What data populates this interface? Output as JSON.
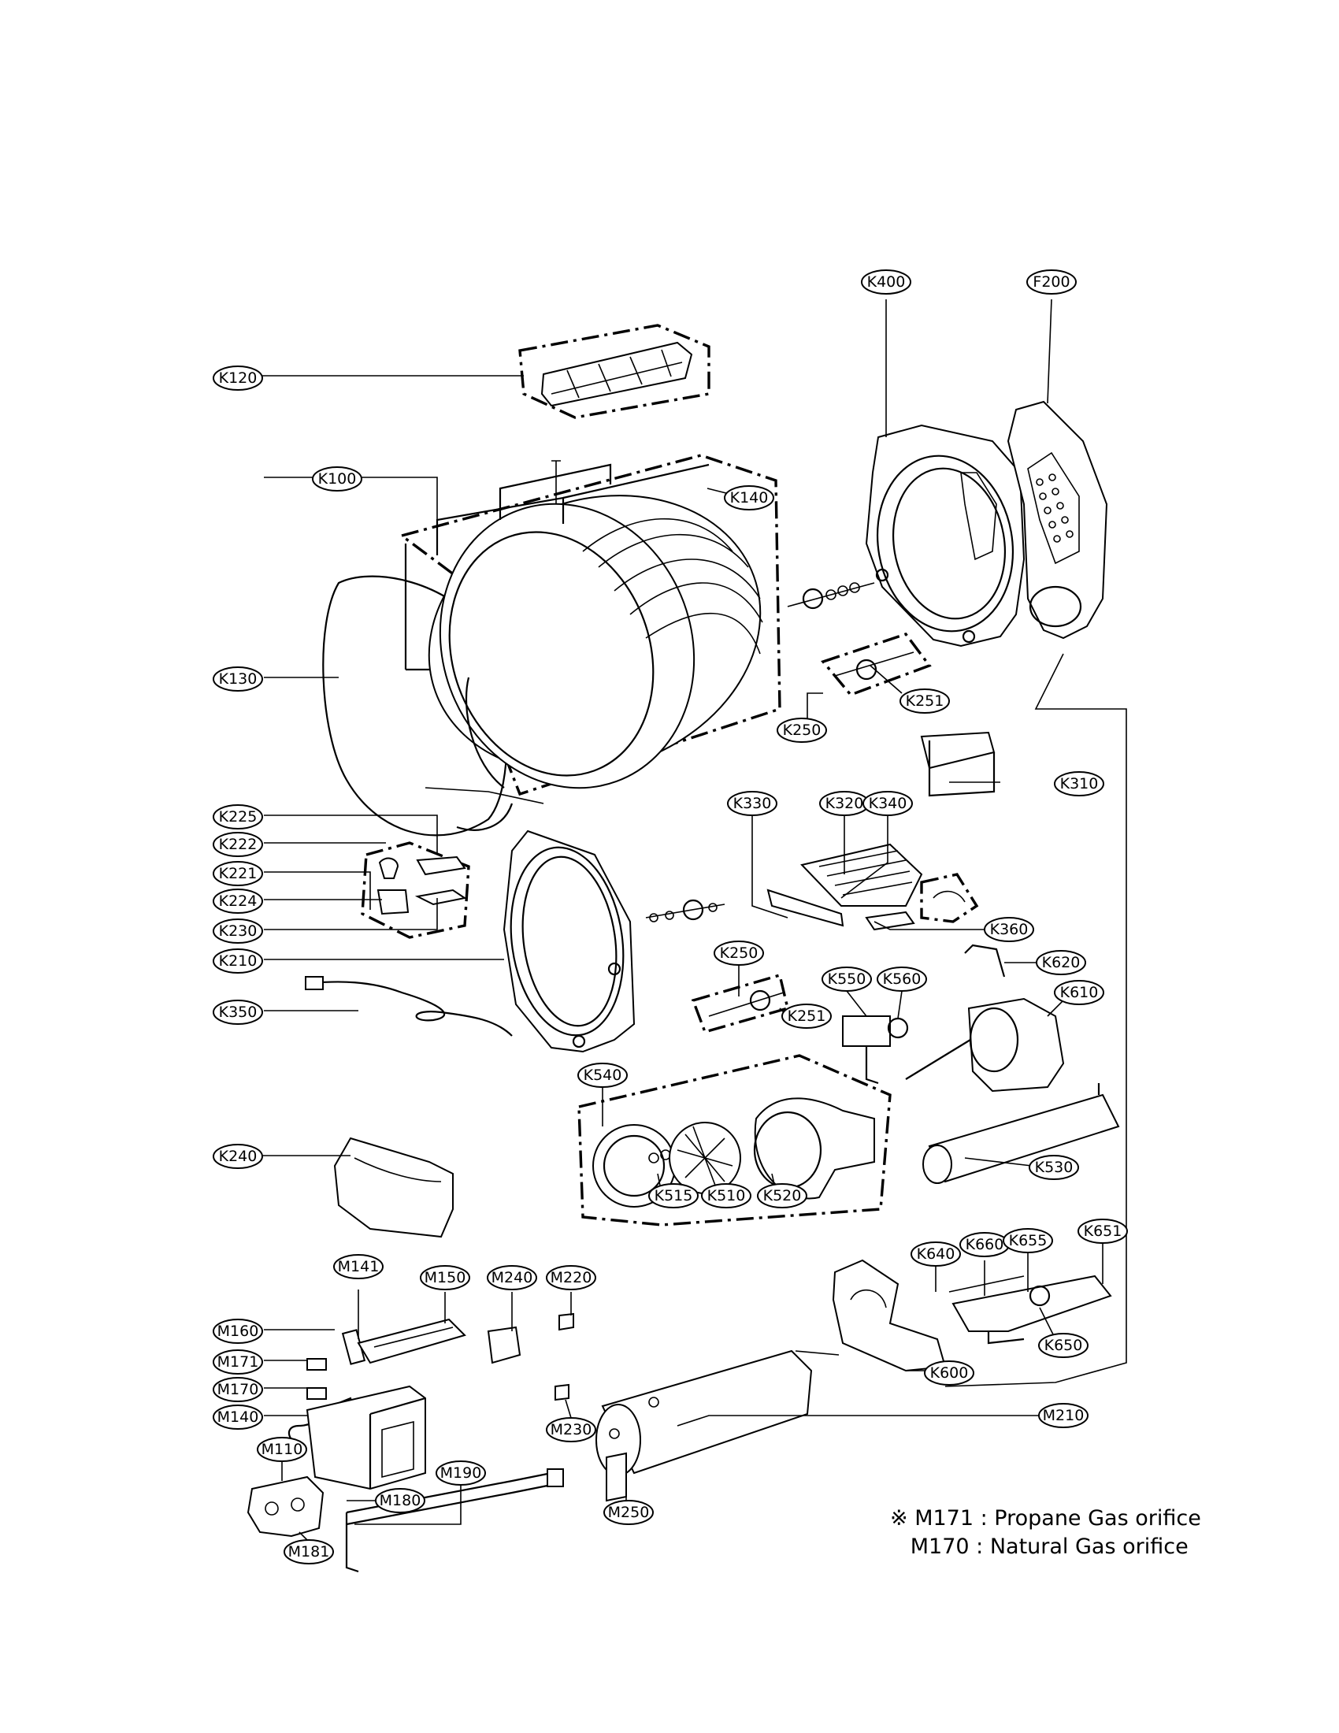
{
  "callouts": [
    {
      "id": "K400",
      "label": "K400"
    },
    {
      "id": "F200",
      "label": "F200"
    },
    {
      "id": "K120",
      "label": "K120"
    },
    {
      "id": "K100",
      "label": "K100"
    },
    {
      "id": "K140",
      "label": "K140"
    },
    {
      "id": "K130",
      "label": "K130"
    },
    {
      "id": "K251a",
      "label": "K251"
    },
    {
      "id": "K250a",
      "label": "K250"
    },
    {
      "id": "K310",
      "label": "K310"
    },
    {
      "id": "K225",
      "label": "K225"
    },
    {
      "id": "K222",
      "label": "K222"
    },
    {
      "id": "K221",
      "label": "K221"
    },
    {
      "id": "K224",
      "label": "K224"
    },
    {
      "id": "K230",
      "label": "K230"
    },
    {
      "id": "K210",
      "label": "K210"
    },
    {
      "id": "K350",
      "label": "K350"
    },
    {
      "id": "K330",
      "label": "K330"
    },
    {
      "id": "K320",
      "label": "K320"
    },
    {
      "id": "K340",
      "label": "K340"
    },
    {
      "id": "K360",
      "label": "K360"
    },
    {
      "id": "K250b",
      "label": "K250"
    },
    {
      "id": "K251b",
      "label": "K251"
    },
    {
      "id": "K550",
      "label": "K550"
    },
    {
      "id": "K560",
      "label": "K560"
    },
    {
      "id": "K620",
      "label": "K620"
    },
    {
      "id": "K610",
      "label": "K610"
    },
    {
      "id": "K540",
      "label": "K540"
    },
    {
      "id": "K240",
      "label": "K240"
    },
    {
      "id": "K515",
      "label": "K515"
    },
    {
      "id": "K510",
      "label": "K510"
    },
    {
      "id": "K520",
      "label": "K520"
    },
    {
      "id": "K530",
      "label": "K530"
    },
    {
      "id": "K640",
      "label": "K640"
    },
    {
      "id": "K660",
      "label": "K660"
    },
    {
      "id": "K655",
      "label": "K655"
    },
    {
      "id": "K651",
      "label": "K651"
    },
    {
      "id": "K650",
      "label": "K650"
    },
    {
      "id": "K600",
      "label": "K600"
    },
    {
      "id": "M141",
      "label": "M141"
    },
    {
      "id": "M150",
      "label": "M150"
    },
    {
      "id": "M240",
      "label": "M240"
    },
    {
      "id": "M220",
      "label": "M220"
    },
    {
      "id": "M160",
      "label": "M160"
    },
    {
      "id": "M171",
      "label": "M171"
    },
    {
      "id": "M170",
      "label": "M170"
    },
    {
      "id": "M140",
      "label": "M140"
    },
    {
      "id": "M110",
      "label": "M110"
    },
    {
      "id": "M190",
      "label": "M190"
    },
    {
      "id": "M180",
      "label": "M180"
    },
    {
      "id": "M181",
      "label": "M181"
    },
    {
      "id": "M230",
      "label": "M230"
    },
    {
      "id": "M250",
      "label": "M250"
    },
    {
      "id": "M210",
      "label": "M210"
    }
  ],
  "notes": {
    "line1": "※ M171 : Propane Gas orifice",
    "line2": "   M170 : Natural Gas orifice"
  }
}
